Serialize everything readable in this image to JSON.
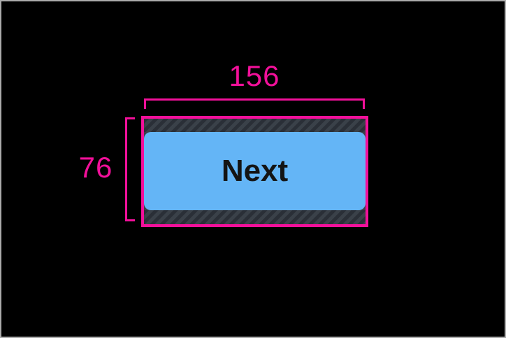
{
  "measurements": {
    "width": {
      "value": "156"
    },
    "height": {
      "value": "76"
    }
  },
  "button": {
    "label": "Next"
  },
  "colors": {
    "canvas-bg": "#000000",
    "frame-border": "#ababab",
    "annotation": "#f2109a",
    "button-bg": "#64b5f6",
    "button-text": "#141414",
    "hatch-bg": "#3a4149",
    "hatch-stripe": "#2a2f37"
  }
}
